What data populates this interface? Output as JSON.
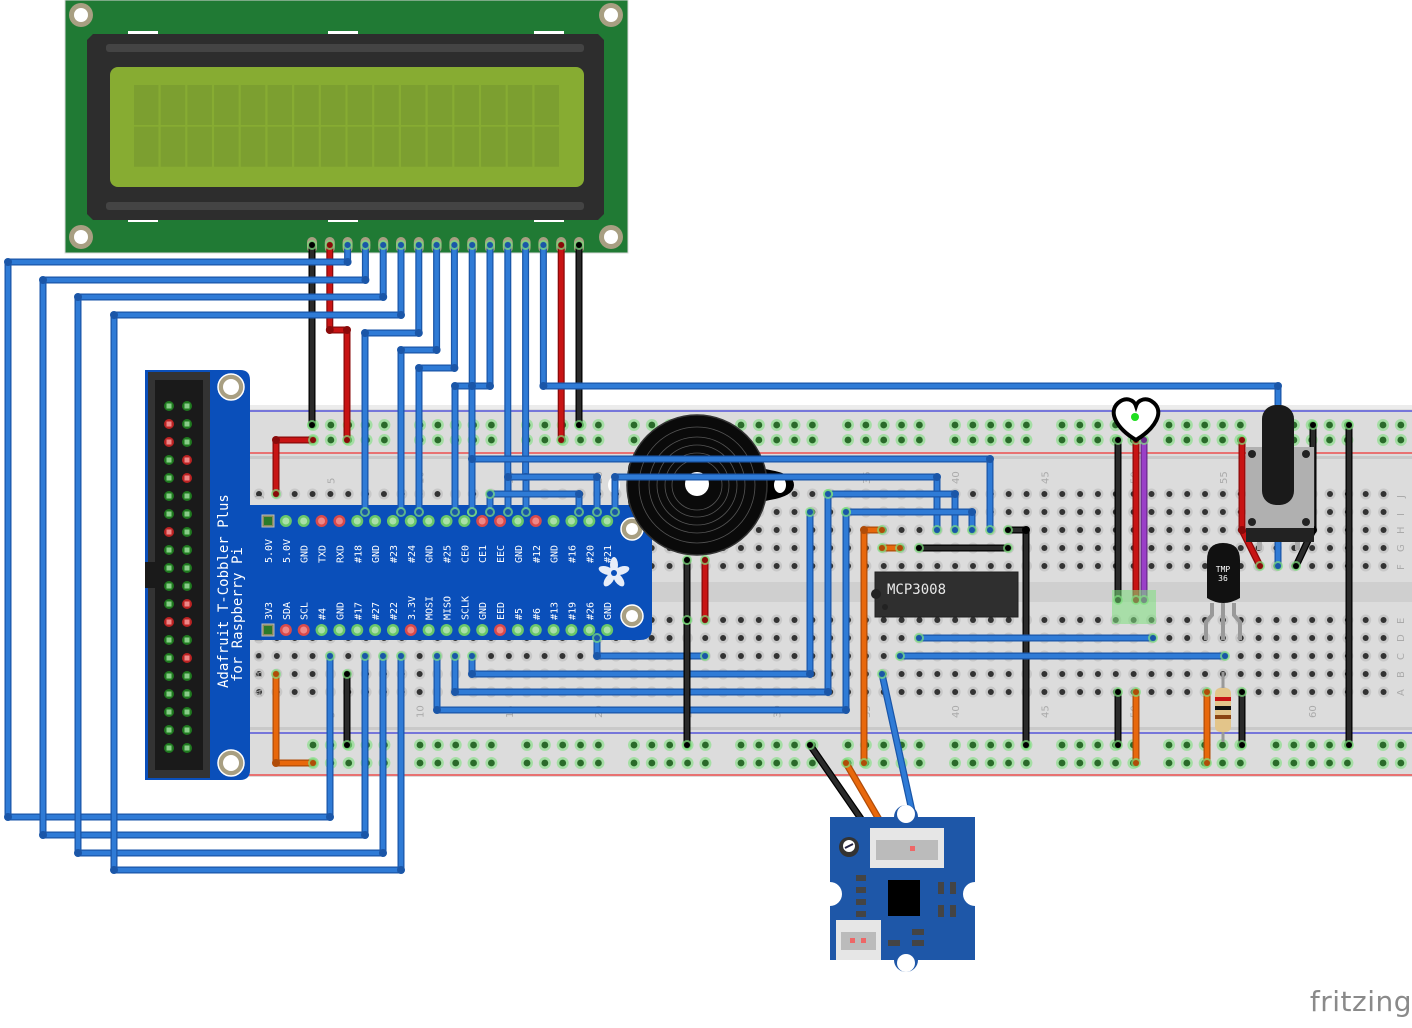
{
  "canvas": {
    "app": "Fritzing",
    "view": "Breadboard view"
  },
  "watermark": "fritzing",
  "colors": {
    "wire_blue": "#2f7bd6",
    "wire_blue_edge": "#1a56a8",
    "wire_red": "#c81414",
    "wire_black": "#2a2a2a",
    "wire_orange": "#e8680c",
    "wire_purple": "#9a3fc8",
    "pcb_green": "#207a34",
    "lcd_screen": "#87ac32",
    "cobbler_blue": "#0a4fba",
    "breadboard": "#dcdcdc",
    "hole_connected": "#2a7a2a",
    "hole_glow": "#7ee07e",
    "pin_red": "#d94a4a"
  },
  "lcd": {
    "name": "16x2 LCD display",
    "columns": 16,
    "rows": 2,
    "pin_count": 16
  },
  "cobbler": {
    "title_line1": "Adafruit T-Cobbler Plus",
    "title_line2": "for Raspberry Pi",
    "top_pins": [
      "5.0V",
      "5.0V",
      "GND",
      "TXD",
      "RXD",
      "#18",
      "GND",
      "#23",
      "#24",
      "GND",
      "#25",
      "CE0",
      "CE1",
      "EEC",
      "GND",
      "#12",
      "GND",
      "#16",
      "#20",
      "#21"
    ],
    "bottom_pins": [
      "3V3",
      "SDA",
      "SCL",
      "#4",
      "GND",
      "#17",
      "#27",
      "#22",
      "3.3V",
      "MOSI",
      "MISO",
      "SCLK",
      "GND",
      "EED",
      "#5",
      "#6",
      "#13",
      "#19",
      "#26",
      "GND"
    ],
    "top_pin_colors": [
      "sq",
      "g",
      "g",
      "r",
      "r",
      "g",
      "g",
      "g",
      "g",
      "g",
      "g",
      "g",
      "r",
      "r",
      "g",
      "r",
      "g",
      "g",
      "g",
      "g"
    ],
    "bottom_pin_colors": [
      "sq",
      "r",
      "r",
      "g",
      "g",
      "g",
      "g",
      "g",
      "r",
      "g",
      "g",
      "g",
      "g",
      "r",
      "g",
      "g",
      "g",
      "g",
      "g",
      "g"
    ],
    "header_pins_left": [
      "g",
      "r",
      "r",
      "g",
      "g",
      "g",
      "g",
      "r",
      "g",
      "g",
      "g",
      "g",
      "r",
      "g",
      "g",
      "g",
      "g",
      "g",
      "g",
      "g"
    ],
    "header_pins_right": [
      "g",
      "g",
      "g",
      "r",
      "r",
      "g",
      "g",
      "g",
      "g",
      "g",
      "g",
      "r",
      "r",
      "g",
      "r",
      "g",
      "g",
      "g",
      "g",
      "g"
    ]
  },
  "breadboard": {
    "row_labels_top": [
      "J",
      "I",
      "H",
      "G",
      "F"
    ],
    "row_labels_bottom": [
      "E",
      "D",
      "C",
      "B",
      "A"
    ],
    "column_labels": [
      "1",
      "5",
      "10",
      "15",
      "20",
      "25",
      "30",
      "35",
      "40",
      "45",
      "50",
      "55",
      "60"
    ]
  },
  "chips": {
    "adc": {
      "label": "MCP3008",
      "pins": 16
    },
    "temp_sensor": {
      "label_line1": "TMP",
      "label_line2": "36"
    }
  },
  "components": [
    {
      "id": "buzzer",
      "name": "Piezo buzzer"
    },
    {
      "id": "pulse-sensor",
      "name": "Heart pulse sensor"
    },
    {
      "id": "potentiometer",
      "name": "Rotary potentiometer"
    },
    {
      "id": "resistor",
      "name": "Resistor",
      "bands": [
        "#c81414",
        "#111111",
        "#8b4513"
      ]
    },
    {
      "id": "sound-sensor",
      "name": "Grove sound sensor module"
    }
  ]
}
